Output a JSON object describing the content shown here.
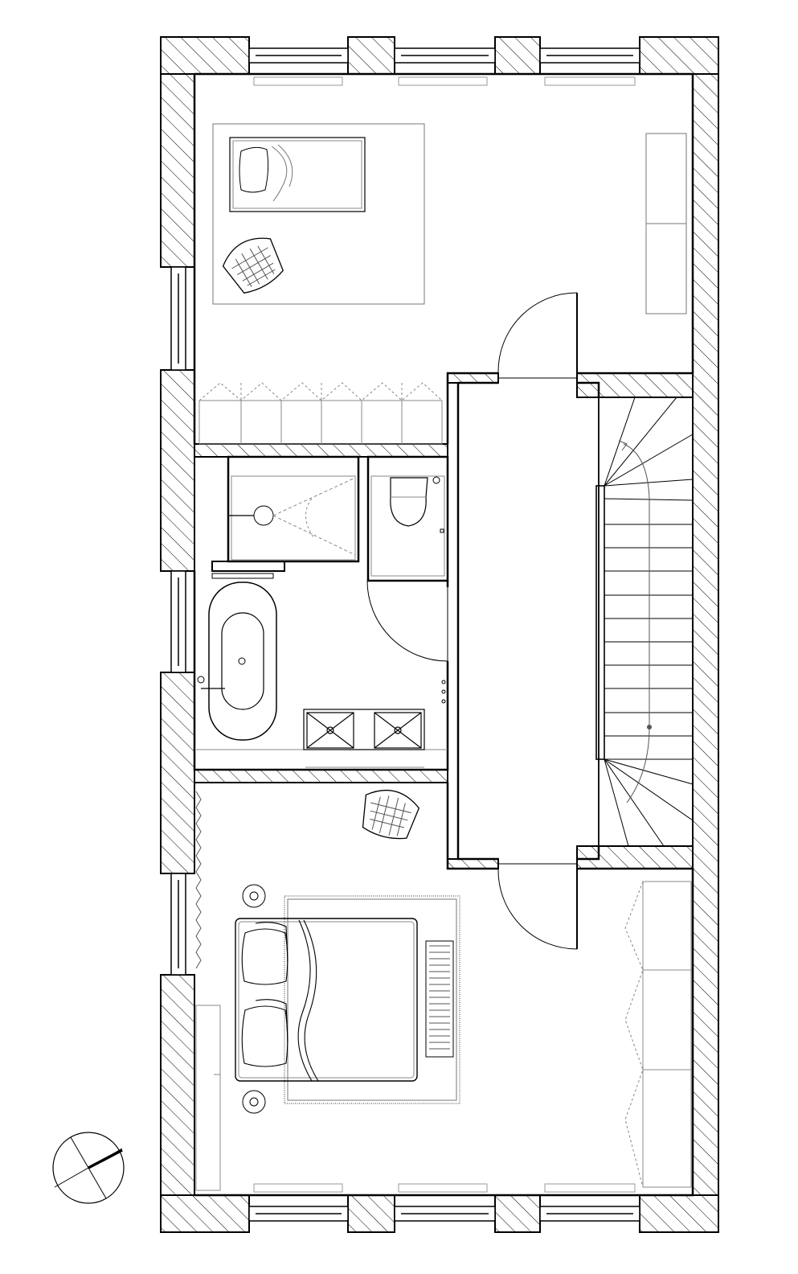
{
  "drawing": {
    "type": "architectural floor plan",
    "floor": "upper floor",
    "line_color": "#000000",
    "hatch_color": "#000000",
    "light_line_color": "#9a9a9a",
    "background": "#ffffff"
  },
  "rooms": [
    {
      "id": "bedroom-north",
      "furniture": [
        "rug",
        "single-bed",
        "lounge-chair",
        "wardrobe",
        "built-in-cabinets"
      ]
    },
    {
      "id": "shower-room",
      "furniture": [
        "shower-enclosure",
        "shower-head"
      ]
    },
    {
      "id": "wc",
      "furniture": [
        "toilet"
      ]
    },
    {
      "id": "bathroom",
      "furniture": [
        "freestanding-bathtub",
        "towel-rail",
        "double-vanity"
      ]
    },
    {
      "id": "hallway",
      "furniture": []
    },
    {
      "id": "staircase",
      "furniture": [
        "winder-stair",
        "handrail"
      ]
    },
    {
      "id": "bedroom-south",
      "furniture": [
        "double-bed",
        "rug",
        "bench",
        "nightstands",
        "lounge-chair",
        "wardrobe",
        "curtain",
        "desk"
      ]
    }
  ],
  "icons": {
    "north_arrow": "north-arrow-icon"
  }
}
